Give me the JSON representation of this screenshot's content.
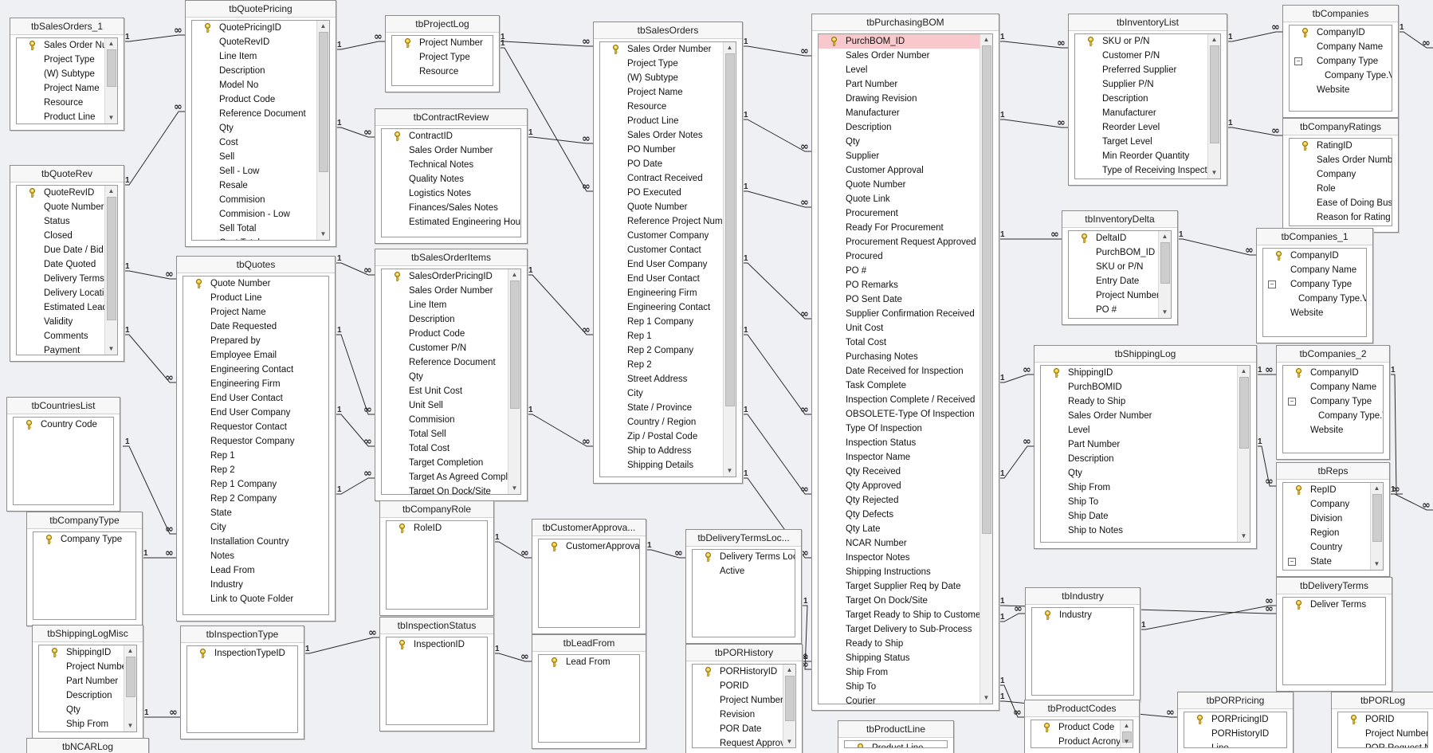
{
  "icons": {
    "primary_key": "key-icon",
    "collapse": "collapse-minus-icon",
    "scroll_up": "scroll-up-arrow-icon",
    "scroll_down": "scroll-down-arrow-icon"
  },
  "colors": {
    "canvas": "#eef0f3",
    "selected_row": "#f8c8cc",
    "line": "#2b2b2b"
  },
  "relationship_labels": {
    "one": "1",
    "many": "∞"
  },
  "tables": [
    {
      "name": "tbSalesOrders_1",
      "fields": [
        {
          "label": "Sales Order Number",
          "key": true
        },
        {
          "label": "Project Type"
        },
        {
          "label": "(W) Subtype"
        },
        {
          "label": "Project Name"
        },
        {
          "label": "Resource"
        },
        {
          "label": "Product Line"
        }
      ],
      "scroll": {
        "thumb": 0.55
      }
    },
    {
      "name": "tbQuotePricing",
      "fields": [
        {
          "label": "QuotePricingID",
          "key": true
        },
        {
          "label": "QuoteRevID"
        },
        {
          "label": "Line Item"
        },
        {
          "label": "Description"
        },
        {
          "label": "Model No"
        },
        {
          "label": "Product Code"
        },
        {
          "label": "Reference Document"
        },
        {
          "label": "Qty"
        },
        {
          "label": "Cost"
        },
        {
          "label": "Sell"
        },
        {
          "label": "Sell - Low"
        },
        {
          "label": "Resale"
        },
        {
          "label": "Commision"
        },
        {
          "label": "Commision - Low"
        },
        {
          "label": "Sell Total"
        },
        {
          "label": "Cost Total"
        }
      ],
      "scroll": {
        "thumb": 0.7
      }
    },
    {
      "name": "tbProjectLog",
      "fields": [
        {
          "label": "Project Number",
          "key": true
        },
        {
          "label": "Project Type"
        },
        {
          "label": "Resource"
        }
      ]
    },
    {
      "name": "tbSalesOrders",
      "fields": [
        {
          "label": "Sales Order Number",
          "key": true
        },
        {
          "label": "Project Type"
        },
        {
          "label": "(W) Subtype"
        },
        {
          "label": "Project Name"
        },
        {
          "label": "Resource"
        },
        {
          "label": "Product Line"
        },
        {
          "label": "Sales Order Notes"
        },
        {
          "label": "PO Number"
        },
        {
          "label": "PO Date"
        },
        {
          "label": "Contract Received"
        },
        {
          "label": "PO Executed"
        },
        {
          "label": "Quote Number"
        },
        {
          "label": "Reference Project Number"
        },
        {
          "label": "Customer Company"
        },
        {
          "label": "Customer Contact"
        },
        {
          "label": "End User Company"
        },
        {
          "label": "End User Contact"
        },
        {
          "label": "Engineering Firm"
        },
        {
          "label": "Engineering Contact"
        },
        {
          "label": "Rep 1 Company"
        },
        {
          "label": "Rep 1"
        },
        {
          "label": "Rep 2 Company"
        },
        {
          "label": "Rep 2"
        },
        {
          "label": "Street Address"
        },
        {
          "label": "City"
        },
        {
          "label": "State / Province"
        },
        {
          "label": "Country / Region"
        },
        {
          "label": "Zip / Postal Code"
        },
        {
          "label": "Ship to Address"
        },
        {
          "label": "Shipping Details"
        }
      ],
      "scroll": {
        "thumb": 0.85
      }
    },
    {
      "name": "tbPurchasingBOM",
      "fields": [
        {
          "label": "PurchBOM_ID",
          "key": true,
          "selected": true
        },
        {
          "label": "Sales Order Number"
        },
        {
          "label": "Level"
        },
        {
          "label": "Part Number"
        },
        {
          "label": "Drawing Revision"
        },
        {
          "label": "Manufacturer"
        },
        {
          "label": "Description"
        },
        {
          "label": "Qty"
        },
        {
          "label": "Supplier"
        },
        {
          "label": "Customer Approval"
        },
        {
          "label": "Quote Number"
        },
        {
          "label": "Quote Link"
        },
        {
          "label": "Procurement"
        },
        {
          "label": "Ready For Procurement"
        },
        {
          "label": "Procurement Request Approved"
        },
        {
          "label": "Procured"
        },
        {
          "label": "PO #"
        },
        {
          "label": "PO Remarks"
        },
        {
          "label": "PO Sent Date"
        },
        {
          "label": "Supplier Confirmation Received"
        },
        {
          "label": "Unit Cost"
        },
        {
          "label": "Total Cost"
        },
        {
          "label": "Purchasing Notes"
        },
        {
          "label": "Date Received for Inspection"
        },
        {
          "label": "Task Complete"
        },
        {
          "label": "Inspection Complete / Received"
        },
        {
          "label": "OBSOLETE-Type Of Inspection"
        },
        {
          "label": "Type Of Inspection"
        },
        {
          "label": "Inspection Status"
        },
        {
          "label": "Inspector Name"
        },
        {
          "label": "Qty Received"
        },
        {
          "label": "Qty Approved"
        },
        {
          "label": "Qty Rejected"
        },
        {
          "label": "Qty Defects"
        },
        {
          "label": "Qty Late"
        },
        {
          "label": "NCAR Number"
        },
        {
          "label": "Inspector Notes"
        },
        {
          "label": "Shipping Instructions"
        },
        {
          "label": "Target Supplier Req by Date"
        },
        {
          "label": "Target On Dock/Site"
        },
        {
          "label": "Target Ready to Ship to Customer"
        },
        {
          "label": "Target Delivery to Sub-Process"
        },
        {
          "label": "Ready to Ship"
        },
        {
          "label": "Shipping Status"
        },
        {
          "label": "Ship From"
        },
        {
          "label": "Ship To"
        },
        {
          "label": "Courier"
        }
      ],
      "scroll": {
        "thumb": 0.75
      }
    },
    {
      "name": "tbInventoryList",
      "fields": [
        {
          "label": "SKU or P/N",
          "key": true
        },
        {
          "label": "Customer P/N"
        },
        {
          "label": "Preferred Supplier"
        },
        {
          "label": "Supplier P/N"
        },
        {
          "label": "Description"
        },
        {
          "label": "Manufacturer"
        },
        {
          "label": "Reorder Level"
        },
        {
          "label": "Target Level"
        },
        {
          "label": "Min Reorder Quantity"
        },
        {
          "label": "Type of Receiving Inspection"
        }
      ],
      "scroll": {
        "thumb": 0.78
      }
    },
    {
      "name": "tbCompanies",
      "fields": [
        {
          "label": "CompanyID",
          "key": true
        },
        {
          "label": "Company Name"
        },
        {
          "label": "Company Type",
          "expand": true
        },
        {
          "label": "Company Type.Value",
          "indent": true
        },
        {
          "label": "Website"
        }
      ]
    },
    {
      "name": "tbContractReview",
      "fields": [
        {
          "label": "ContractID",
          "key": true
        },
        {
          "label": "Sales Order Number"
        },
        {
          "label": "Technical Notes"
        },
        {
          "label": "Quality Notes"
        },
        {
          "label": "Logistics Notes"
        },
        {
          "label": "Finances/Sales Notes"
        },
        {
          "label": "Estimated Engineering Hours"
        }
      ]
    },
    {
      "name": "tbQuoteRev",
      "fields": [
        {
          "label": "QuoteRevID",
          "key": true
        },
        {
          "label": "Quote Number"
        },
        {
          "label": "Status"
        },
        {
          "label": "Closed"
        },
        {
          "label": "Due Date / Bid"
        },
        {
          "label": "Date Quoted"
        },
        {
          "label": "Delivery Terms"
        },
        {
          "label": "Delivery Location"
        },
        {
          "label": "Estimated Lead"
        },
        {
          "label": "Validity"
        },
        {
          "label": "Comments"
        },
        {
          "label": "Payment"
        }
      ],
      "scroll": {
        "thumb": 0.82
      }
    },
    {
      "name": "tbCompanyRatings",
      "fields": [
        {
          "label": "RatingID",
          "key": true
        },
        {
          "label": "Sales Order Number"
        },
        {
          "label": "Company"
        },
        {
          "label": "Role"
        },
        {
          "label": "Ease of Doing Business"
        },
        {
          "label": "Reason for Rating"
        }
      ]
    },
    {
      "name": "tbInventoryDelta",
      "fields": [
        {
          "label": "DeltaID",
          "key": true
        },
        {
          "label": "PurchBOM_ID"
        },
        {
          "label": "SKU or P/N"
        },
        {
          "label": "Entry Date"
        },
        {
          "label": "Project Number"
        },
        {
          "label": "PO #"
        }
      ],
      "scroll": {
        "thumb": 0.6
      }
    },
    {
      "name": "tbCompanies_1",
      "fields": [
        {
          "label": "CompanyID",
          "key": true
        },
        {
          "label": "Company Name"
        },
        {
          "label": "Company Type",
          "expand": true
        },
        {
          "label": "Company Type.Value",
          "indent": true
        },
        {
          "label": "Website"
        }
      ]
    },
    {
      "name": "tbQuotes",
      "fields": [
        {
          "label": "Quote Number",
          "key": true
        },
        {
          "label": "Product Line"
        },
        {
          "label": "Project Name"
        },
        {
          "label": "Date Requested"
        },
        {
          "label": "Prepared by"
        },
        {
          "label": "Employee Email"
        },
        {
          "label": "Engineering Contact"
        },
        {
          "label": "Engineering Firm"
        },
        {
          "label": "End User Contact"
        },
        {
          "label": "End User Company"
        },
        {
          "label": "Requestor Contact"
        },
        {
          "label": "Requestor Company"
        },
        {
          "label": "Rep 1"
        },
        {
          "label": "Rep 2"
        },
        {
          "label": "Rep 1 Company"
        },
        {
          "label": "Rep 2 Company"
        },
        {
          "label": "State"
        },
        {
          "label": "City"
        },
        {
          "label": "Installation Country"
        },
        {
          "label": "Notes"
        },
        {
          "label": "Lead From"
        },
        {
          "label": "Industry"
        },
        {
          "label": "Link to Quote Folder"
        }
      ]
    },
    {
      "name": "tbSalesOrderItems",
      "fields": [
        {
          "label": "SalesOrderPricingID",
          "key": true
        },
        {
          "label": "Sales Order Number"
        },
        {
          "label": "Line Item"
        },
        {
          "label": "Description"
        },
        {
          "label": "Product Code"
        },
        {
          "label": "Customer P/N"
        },
        {
          "label": "Reference Document"
        },
        {
          "label": "Qty"
        },
        {
          "label": "Est Unit Cost"
        },
        {
          "label": "Unit Sell"
        },
        {
          "label": "Commision"
        },
        {
          "label": "Total Sell"
        },
        {
          "label": "Total Cost"
        },
        {
          "label": "Target Completion"
        },
        {
          "label": "Target As Agreed Complete"
        },
        {
          "label": "Target On Dock/Site"
        }
      ],
      "scroll": {
        "thumb": 0.62
      }
    },
    {
      "name": "tbShippingLog",
      "fields": [
        {
          "label": "ShippingID",
          "key": true
        },
        {
          "label": "PurchBOMID"
        },
        {
          "label": "Ready to Ship"
        },
        {
          "label": "Sales Order Number"
        },
        {
          "label": "Level"
        },
        {
          "label": "Part Number"
        },
        {
          "label": "Description"
        },
        {
          "label": "Qty"
        },
        {
          "label": "Ship From"
        },
        {
          "label": "Ship To"
        },
        {
          "label": "Ship Date"
        },
        {
          "label": "Ship to Notes"
        }
      ],
      "scroll": {
        "thumb": 0.45
      }
    },
    {
      "name": "tbCompanies_2",
      "fields": [
        {
          "label": "CompanyID",
          "key": true
        },
        {
          "label": "Company Name"
        },
        {
          "label": "Company Type",
          "expand": true
        },
        {
          "label": "Company Type.Value",
          "indent": true
        },
        {
          "label": "Website"
        }
      ]
    },
    {
      "name": "tbCountriesList",
      "fields": [
        {
          "label": "Country Code",
          "key": true
        }
      ]
    },
    {
      "name": "tbReps",
      "fields": [
        {
          "label": "RepID",
          "key": true
        },
        {
          "label": "Company"
        },
        {
          "label": "Division"
        },
        {
          "label": "Region"
        },
        {
          "label": "Country"
        },
        {
          "label": "State",
          "expand": true
        }
      ],
      "scroll": {
        "thumb": 0.7
      }
    },
    {
      "name": "tbCompanyType",
      "fields": [
        {
          "label": "Company Type",
          "key": true
        }
      ]
    },
    {
      "name": "tbCompanyRole",
      "fields": [
        {
          "label": "RoleID",
          "key": true
        }
      ]
    },
    {
      "name": "tbCustomerApprova...",
      "fields": [
        {
          "label": "CustomerApprovalID",
          "key": true
        }
      ]
    },
    {
      "name": "tbDeliveryTermsLoc...",
      "fields": [
        {
          "label": "Delivery Terms Location",
          "key": true
        },
        {
          "label": "Active"
        }
      ]
    },
    {
      "name": "tbDeliveryTerms",
      "fields": [
        {
          "label": "Deliver Terms",
          "key": true
        }
      ]
    },
    {
      "name": "tbIndustry",
      "fields": [
        {
          "label": "Industry",
          "key": true
        }
      ]
    },
    {
      "name": "tbShippingLogMisc",
      "fields": [
        {
          "label": "ShippingID",
          "key": true
        },
        {
          "label": "Project Number"
        },
        {
          "label": "Part Number"
        },
        {
          "label": "Description"
        },
        {
          "label": "Qty"
        },
        {
          "label": "Ship From"
        }
      ],
      "scroll": {
        "thumb": 0.6
      }
    },
    {
      "name": "tbInspectionType",
      "fields": [
        {
          "label": "InspectionTypeID",
          "key": true
        }
      ]
    },
    {
      "name": "tbInspectionStatus",
      "fields": [
        {
          "label": "InspectionID",
          "key": true
        }
      ]
    },
    {
      "name": "tbLeadFrom",
      "fields": [
        {
          "label": "Lead From",
          "key": true
        }
      ]
    },
    {
      "name": "tbPORHistory",
      "fields": [
        {
          "label": "PORHistoryID",
          "key": true
        },
        {
          "label": "PORID"
        },
        {
          "label": "Project Number"
        },
        {
          "label": "Revision"
        },
        {
          "label": "POR Date"
        },
        {
          "label": "Request Approved"
        }
      ],
      "scroll": {
        "thumb": 0.7
      }
    },
    {
      "name": "tbProductLine",
      "fields": [
        {
          "label": "Product Line",
          "key": true
        }
      ]
    },
    {
      "name": "tbProductCodes",
      "fields": [
        {
          "label": "Product Code",
          "key": true
        },
        {
          "label": "Product Acronym"
        }
      ],
      "scroll": {
        "thumb": 0.5
      }
    },
    {
      "name": "tbPORPricing",
      "fields": [
        {
          "label": "PORPricingID",
          "key": true
        },
        {
          "label": "PORHistoryID"
        },
        {
          "label": "Line"
        }
      ]
    },
    {
      "name": "tbPORLog",
      "fields": [
        {
          "label": "PORID",
          "key": true
        },
        {
          "label": "Project Number"
        },
        {
          "label": "POR Request Name"
        }
      ]
    },
    {
      "name": "tbNCARLog",
      "fields": []
    }
  ]
}
